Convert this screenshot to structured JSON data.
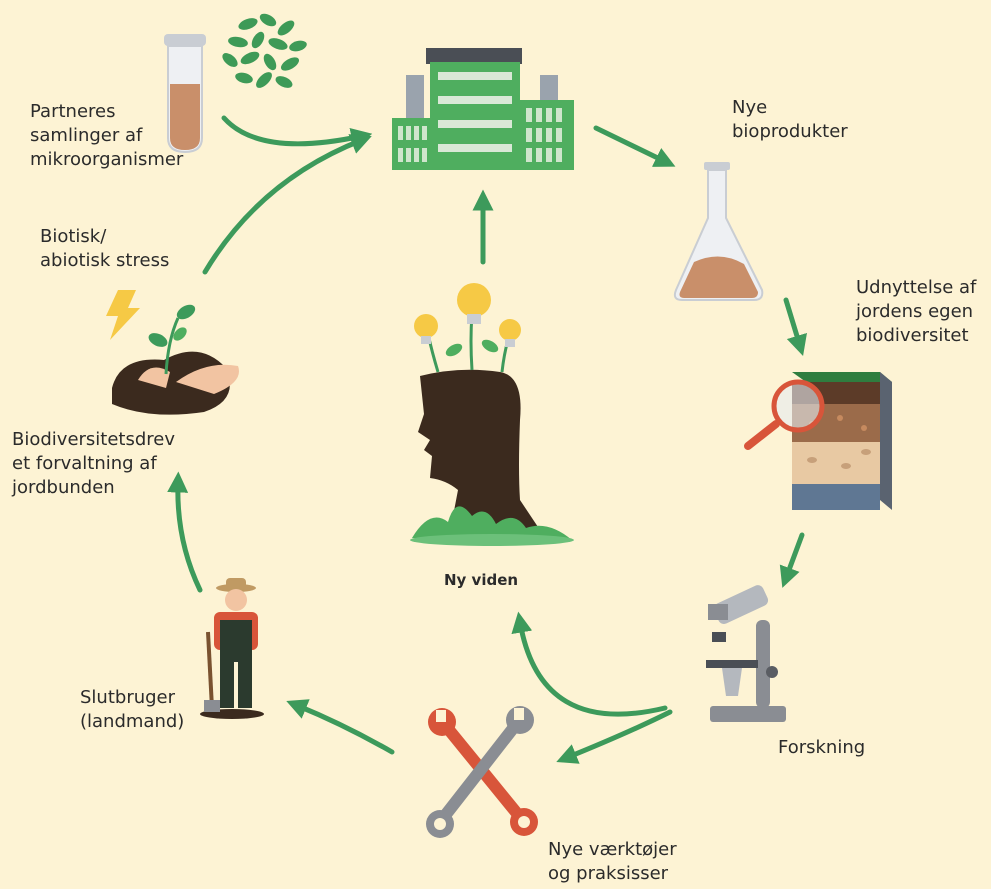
{
  "colors": {
    "background": "#fdf3d4",
    "arrow": "#3d9a5b",
    "building_green": "#4fae5f",
    "soil": "#3b2a1e",
    "head": "#3b2a1e",
    "bulb": "#f6c945",
    "tool_red": "#d8553a",
    "tool_gray": "#8a8d93"
  },
  "labels": {
    "partners": [
      "Partneres",
      "samlinger af",
      "mikroorganismer"
    ],
    "bioproducts": [
      "Nye",
      "bioprodukter"
    ],
    "stress": [
      "Biotisk/",
      "abiotisk stress"
    ],
    "soil_biodiversity": [
      "Udnyttelse af",
      "jordens egen",
      "biodiversitet"
    ],
    "soil_management": [
      "Biodiversitetsdrev",
      "et forvaltning af",
      "jordbunden"
    ],
    "new_knowledge": "Ny viden",
    "research": "Forskning",
    "end_user": [
      "Slutbruger",
      "(landmand)"
    ],
    "tools": [
      "Nye værktøjer",
      "og praksisser"
    ]
  },
  "icons": {
    "test_tube": "test-tube-icon",
    "microbes": "microorganisms-icon",
    "factory": "factory-icon",
    "flask": "flask-icon",
    "soil_layers": "soil-layers-icon",
    "magnifier": "magnifier-icon",
    "microscope": "microscope-icon",
    "tools": "wrench-icon",
    "farmer": "farmer-icon",
    "plant_hands": "plant-in-hands-icon",
    "lightning": "lightning-icon",
    "head": "head-with-ideas-icon"
  }
}
